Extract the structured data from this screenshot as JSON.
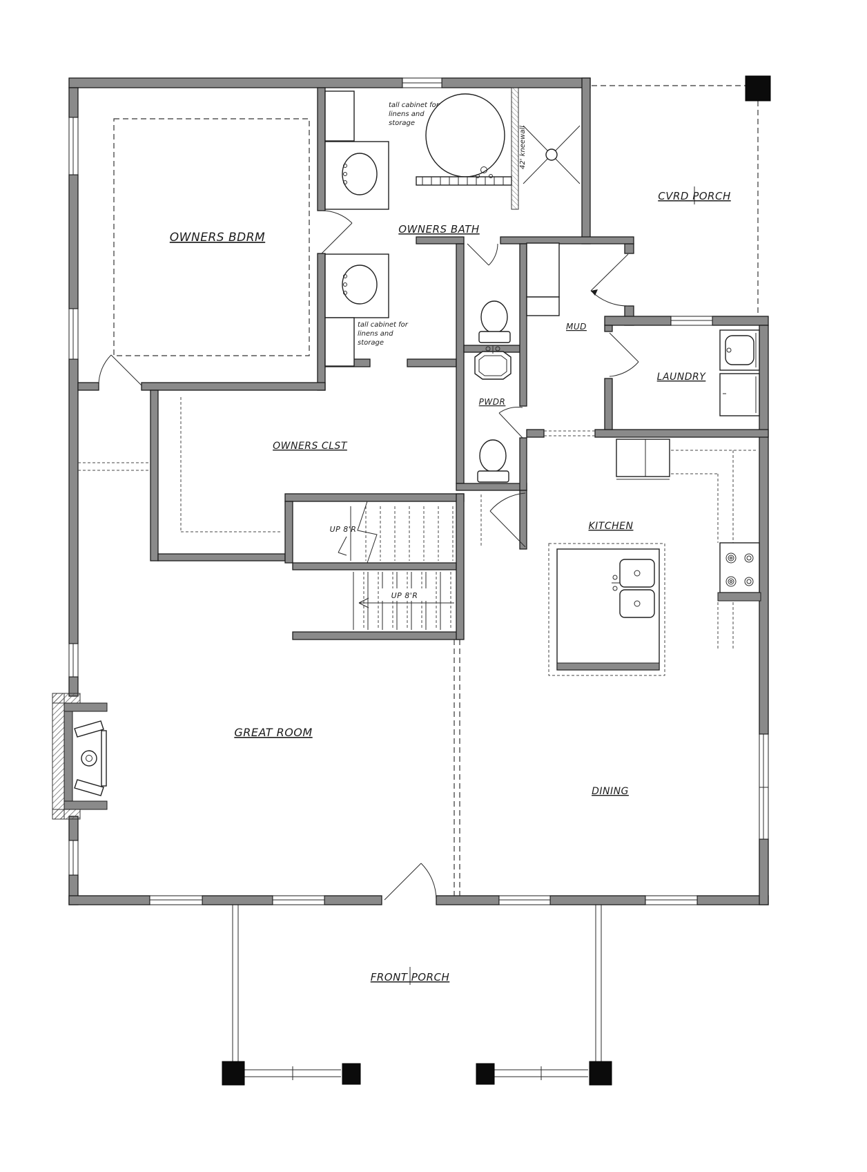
{
  "drawing_type": "first-floor residential floor plan",
  "colors": {
    "background": "#ffffff",
    "wall_fill": "#8a8a8a",
    "line": "#1c1c1c",
    "post_fill": "#0b0b0b"
  },
  "rooms": {
    "owners_bdrm": "OWNERS BDRM",
    "owners_bath": "OWNERS BATH",
    "owners_clst": "OWNERS CLST",
    "cvrd_porch": "CVRD PORCH",
    "mud": "MUD",
    "laundry": "LAUNDRY",
    "pwdr": "PWDR",
    "kitchen": "KITCHEN",
    "great_room": "GREAT ROOM",
    "dining": "DINING",
    "front_porch": "FRONT PORCH"
  },
  "stairs": {
    "up_label_1": "UP 8'R",
    "up_label_2": "UP 8'R"
  },
  "notes": {
    "cabinet_note_1": [
      "tall cabinet for",
      "linens and",
      "storage"
    ],
    "cabinet_note_2": [
      "tall cabinet for",
      "linens and",
      "storage"
    ],
    "kneewall": "42' kneewall"
  }
}
